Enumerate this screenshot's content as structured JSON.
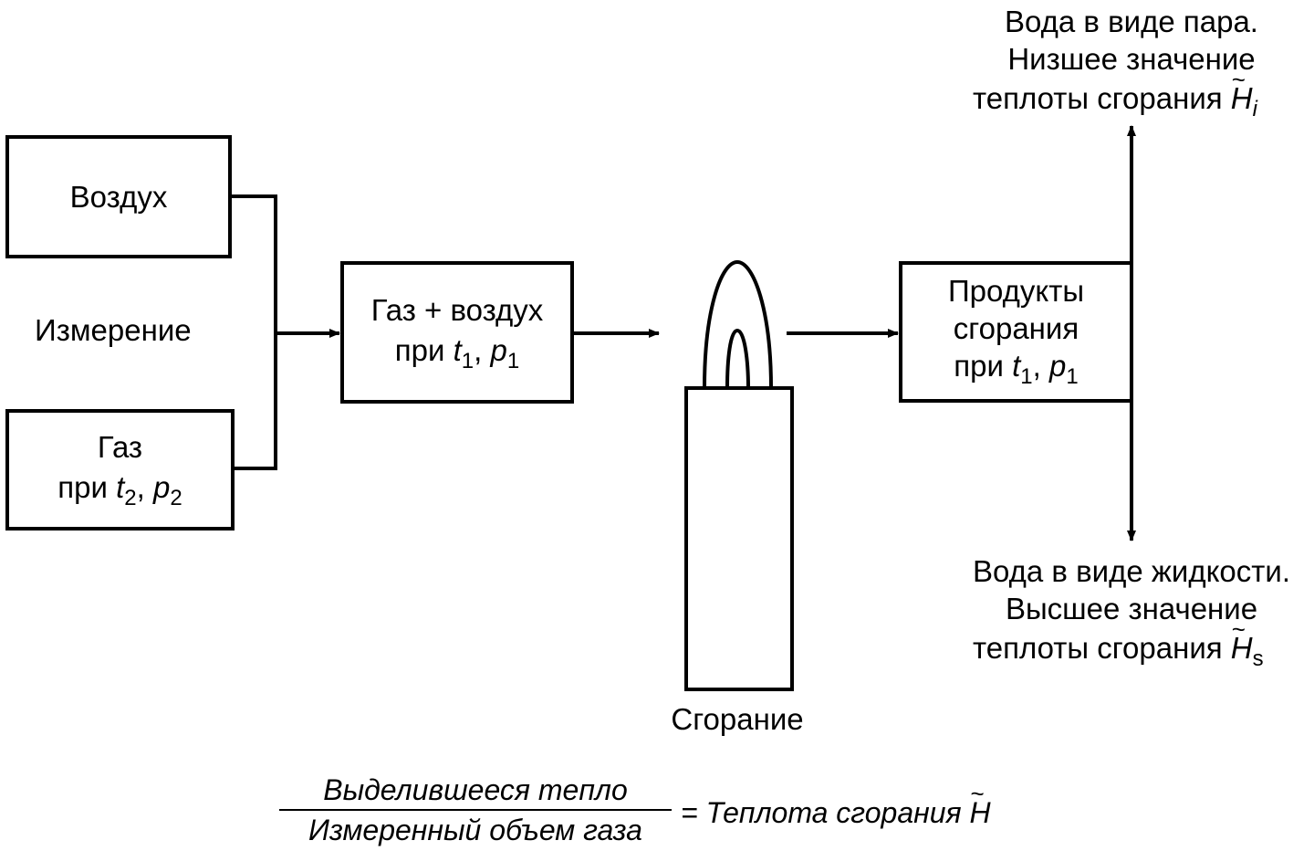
{
  "boxes": {
    "air": "Воздух",
    "gas_title": "Газ",
    "gas_cond": "при t2, p2",
    "mix_line1": "Газ + воздух",
    "mix_cond": "при t1, p1",
    "products_line1": "Продукты",
    "products_line2": "сгорания",
    "products_cond": "при t1, p1"
  },
  "labels": {
    "measurement": "Измерение",
    "combustion": "Сгорание",
    "top_line1": "Вода в виде пара.",
    "top_line2": "Низшее значение",
    "top_line3": "теплоты сгорания",
    "top_symbol": "H",
    "top_symbol_sub": "i",
    "bottom_line1": "Вода в виде жидкости.",
    "bottom_line2": "Высшее значение",
    "bottom_line3": "теплоты сгорания",
    "bottom_symbol": "H",
    "bottom_symbol_sub": "s"
  },
  "formula": {
    "numerator": "Выделившееся тепло",
    "denominator": "Измеренный объем газа",
    "result": "= Теплота сгорания",
    "symbol": "H",
    "tilde": "~"
  },
  "symbols": {
    "t": "t",
    "p": "p",
    "one": "1",
    "two": "2",
    "comma": ", ",
    "pri": "при "
  }
}
